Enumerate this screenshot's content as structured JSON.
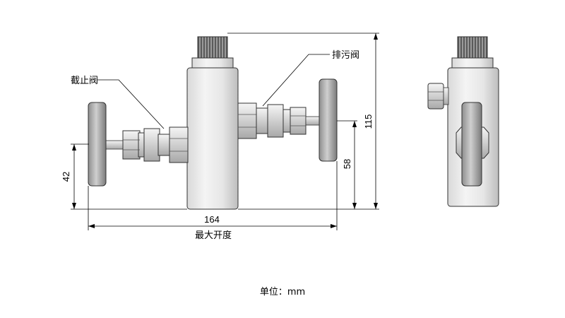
{
  "labels": {
    "stop_valve": "截止阀",
    "drain_valve": "排污阀",
    "max_opening": "最大开度"
  },
  "dimensions": {
    "width": "164",
    "height_total": "115",
    "height_left": "42",
    "height_right": "58"
  },
  "units": "单位：mm"
}
